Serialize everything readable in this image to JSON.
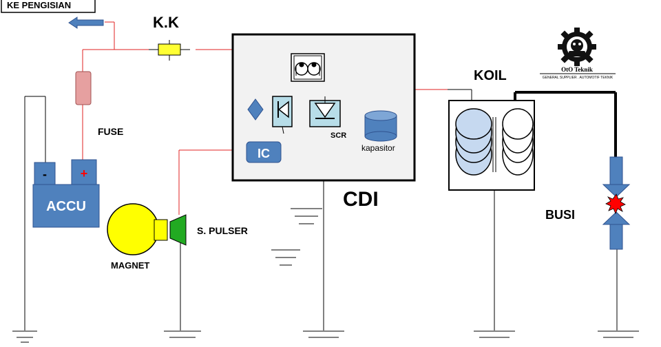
{
  "labels": {
    "ke_pengisian": "KE PENGISIAN",
    "kk": "K.K",
    "fuse": "FUSE",
    "accu": "ACCU",
    "accu_minus": "-",
    "accu_plus": "+",
    "magnet": "MAGNET",
    "pulser": "S. PULSER",
    "cdi": "CDI",
    "ic": "IC",
    "scr": "SCR",
    "kapasitor": "kapasitor",
    "koil": "KOIL",
    "busi": "BUSI"
  },
  "logo": {
    "name": "OtO Teknik",
    "tagline": "GENERAL SUPPLIER . AUTOMOTIF TEKNIK"
  },
  "colors": {
    "component_blue": "#4f81bd",
    "wire_red": "#e02020",
    "fuse_pink": "#e6a0a0",
    "switch_yellow": "#ffff33",
    "magnet_yellow": "#ffff00",
    "pulser_green": "#22aa22",
    "spark_red": "#ff0000",
    "cdi_box_gray": "#f2f2f2"
  }
}
